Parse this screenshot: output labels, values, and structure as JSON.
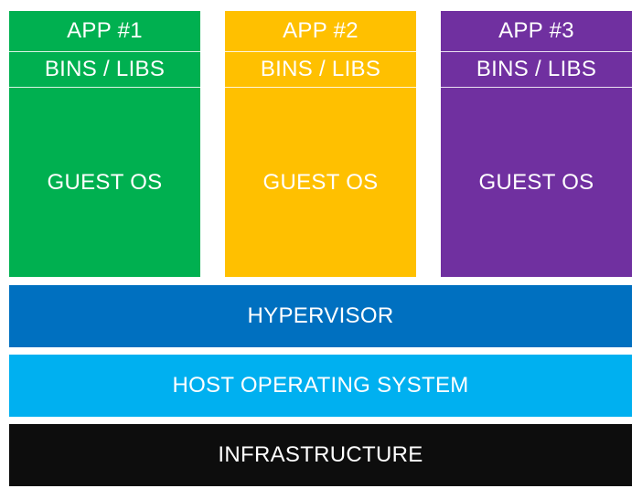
{
  "vms": [
    {
      "app": "APP #1",
      "bins": "BINS / LIBS",
      "os": "GUEST OS",
      "color": "#00b050"
    },
    {
      "app": "APP #2",
      "bins": "BINS / LIBS",
      "os": "GUEST OS",
      "color": "#ffc000"
    },
    {
      "app": "APP #3",
      "bins": "BINS / LIBS",
      "os": "GUEST OS",
      "color": "#7030a0"
    }
  ],
  "layers": {
    "hypervisor": {
      "label": "HYPERVISOR",
      "color": "#0070c0"
    },
    "host_os": {
      "label": "HOST OPERATING SYSTEM",
      "color": "#00b0f0"
    },
    "infrastructure": {
      "label": "INFRASTRUCTURE",
      "color": "#0d0d0d"
    }
  }
}
